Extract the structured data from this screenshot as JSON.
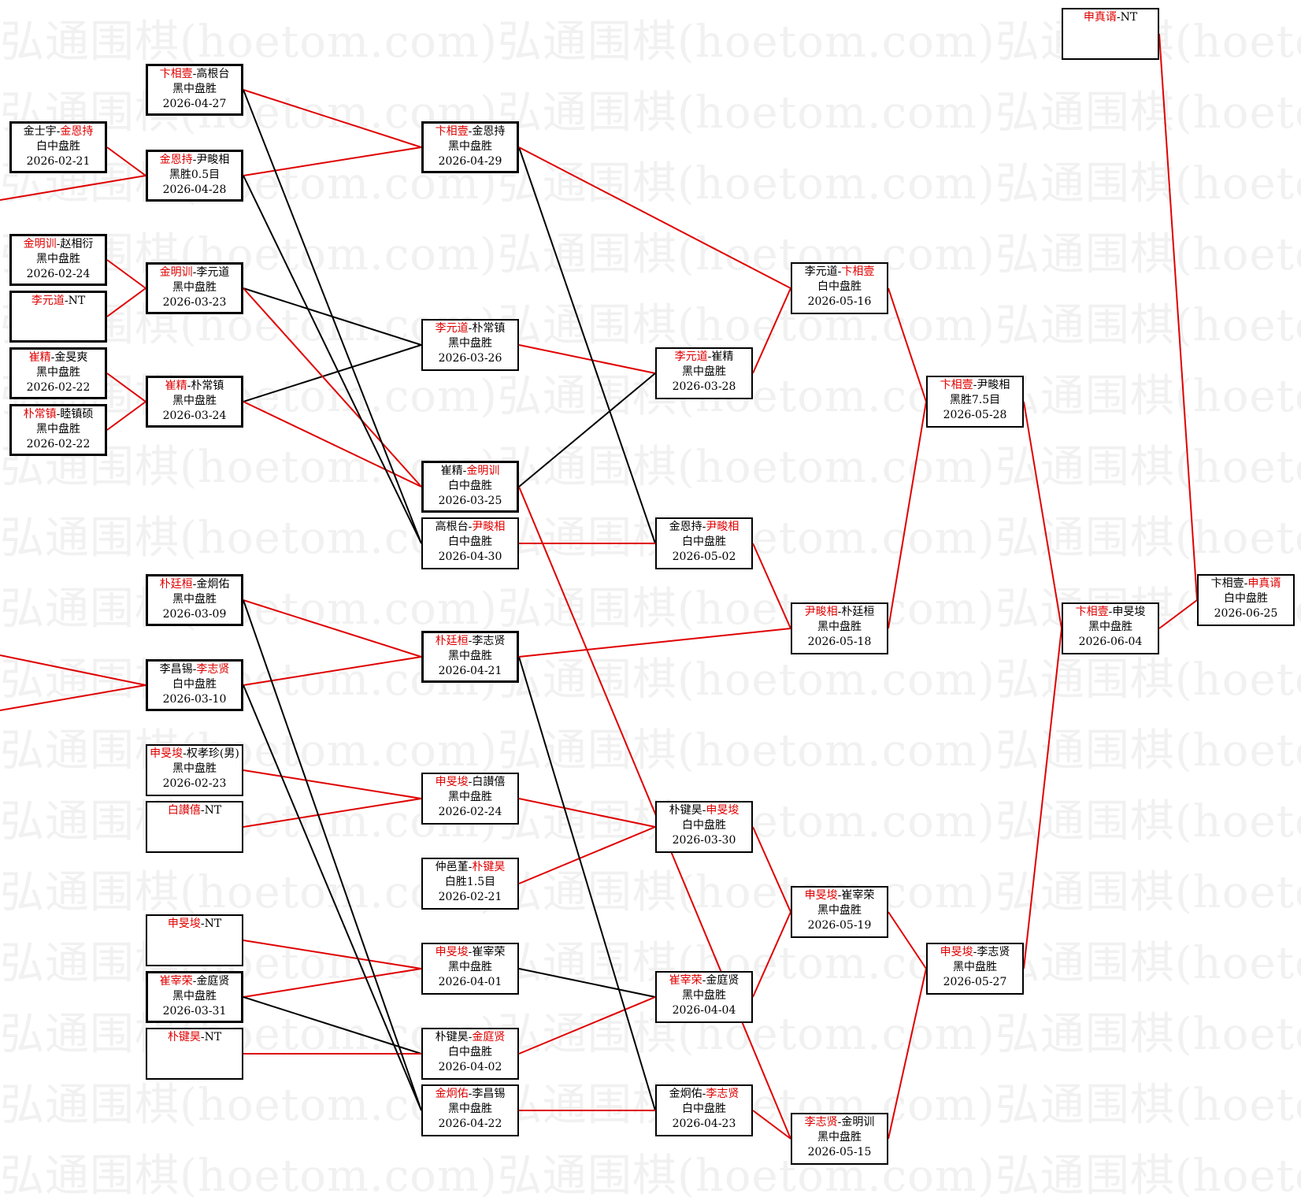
{
  "watermark_text": "弘通围棋(hoetom.com)",
  "colors": {
    "winner_line": "#e00000",
    "loser_line": "#000000",
    "winner_text": "#e00000"
  },
  "matches": [
    {
      "id": "m1",
      "p1": "金士宇",
      "p2": "金恩持",
      "w": 2,
      "result": "白中盘胜",
      "date": "2026-02-21"
    },
    {
      "id": "m2",
      "p1": "金明训",
      "p2": "赵相衍",
      "w": 1,
      "result": "黑中盘胜",
      "date": "2026-02-24"
    },
    {
      "id": "m3",
      "p1": "李元道",
      "p2": "NT",
      "w": 1,
      "result": "",
      "date": ""
    },
    {
      "id": "m4",
      "p1": "崔精",
      "p2": "金旻爽",
      "w": 1,
      "result": "黑中盘胜",
      "date": "2026-02-22"
    },
    {
      "id": "m5",
      "p1": "朴常镇",
      "p2": "睦镇硕",
      "w": 1,
      "result": "黑中盘胜",
      "date": "2026-02-22"
    },
    {
      "id": "m6",
      "p1": "卞相壹",
      "p2": "高根台",
      "w": 1,
      "result": "黑中盘胜",
      "date": "2026-04-27"
    },
    {
      "id": "m7",
      "p1": "金恩持",
      "p2": "尹畯相",
      "w": 1,
      "result": "黑胜0.5目",
      "date": "2026-04-28"
    },
    {
      "id": "m8",
      "p1": "金明训",
      "p2": "李元道",
      "w": 1,
      "result": "黑中盘胜",
      "date": "2026-03-23"
    },
    {
      "id": "m9",
      "p1": "崔精",
      "p2": "朴常镇",
      "w": 1,
      "result": "黑中盘胜",
      "date": "2026-03-24"
    },
    {
      "id": "m10",
      "p1": "朴廷桓",
      "p2": "金炯佑",
      "w": 1,
      "result": "黑中盘胜",
      "date": "2026-03-09"
    },
    {
      "id": "m11",
      "p1": "李昌锡",
      "p2": "李志贤",
      "w": 2,
      "result": "白中盘胜",
      "date": "2026-03-10"
    },
    {
      "id": "m12",
      "p1": "申旻埈",
      "p2": "权孝珍(男)",
      "w": 1,
      "result": "黑中盘胜",
      "date": "2026-02-23"
    },
    {
      "id": "m13",
      "p1": "白讃僖",
      "p2": "NT",
      "w": 1,
      "result": "",
      "date": ""
    },
    {
      "id": "m14",
      "p1": "申旻埈",
      "p2": "NT",
      "w": 1,
      "result": "",
      "date": ""
    },
    {
      "id": "m15",
      "p1": "崔宰荣",
      "p2": "金庭贤",
      "w": 1,
      "result": "黑中盘胜",
      "date": "2026-03-31"
    },
    {
      "id": "m16",
      "p1": "朴键昊",
      "p2": "NT",
      "w": 1,
      "result": "",
      "date": ""
    },
    {
      "id": "m17",
      "p1": "卞相壹",
      "p2": "金恩持",
      "w": 1,
      "result": "黑中盘胜",
      "date": "2026-04-29"
    },
    {
      "id": "m18",
      "p1": "李元道",
      "p2": "朴常镇",
      "w": 1,
      "result": "黑中盘胜",
      "date": "2026-03-26"
    },
    {
      "id": "m19",
      "p1": "崔精",
      "p2": "金明训",
      "w": 2,
      "result": "白中盘胜",
      "date": "2026-03-25"
    },
    {
      "id": "m20",
      "p1": "高根台",
      "p2": "尹畯相",
      "w": 2,
      "result": "白中盘胜",
      "date": "2026-04-30"
    },
    {
      "id": "m21",
      "p1": "朴廷桓",
      "p2": "李志贤",
      "w": 1,
      "result": "黑中盘胜",
      "date": "2026-04-21"
    },
    {
      "id": "m22",
      "p1": "申旻埈",
      "p2": "白讃僖",
      "w": 1,
      "result": "黑中盘胜",
      "date": "2026-02-24"
    },
    {
      "id": "m23",
      "p1": "仲邑堇",
      "p2": "朴键昊",
      "w": 2,
      "result": "白胜1.5目",
      "date": "2026-02-21"
    },
    {
      "id": "m24",
      "p1": "申旻埈",
      "p2": "崔宰荣",
      "w": 1,
      "result": "黑中盘胜",
      "date": "2026-04-01"
    },
    {
      "id": "m25",
      "p1": "朴键昊",
      "p2": "金庭贤",
      "w": 2,
      "result": "白中盘胜",
      "date": "2026-04-02"
    },
    {
      "id": "m26",
      "p1": "金炯佑",
      "p2": "李昌锡",
      "w": 1,
      "result": "黑中盘胜",
      "date": "2026-04-22"
    },
    {
      "id": "m27",
      "p1": "李元道",
      "p2": "崔精",
      "w": 1,
      "result": "黑中盘胜",
      "date": "2026-03-28"
    },
    {
      "id": "m28",
      "p1": "金恩持",
      "p2": "尹畯相",
      "w": 2,
      "result": "白中盘胜",
      "date": "2026-05-02"
    },
    {
      "id": "m29",
      "p1": "朴键昊",
      "p2": "申旻埈",
      "w": 2,
      "result": "白中盘胜",
      "date": "2026-03-30"
    },
    {
      "id": "m30",
      "p1": "崔宰荣",
      "p2": "金庭贤",
      "w": 1,
      "result": "黑中盘胜",
      "date": "2026-04-04"
    },
    {
      "id": "m31",
      "p1": "金炯佑",
      "p2": "李志贤",
      "w": 2,
      "result": "白中盘胜",
      "date": "2026-04-23"
    },
    {
      "id": "m32",
      "p1": "李元道",
      "p2": "卞相壹",
      "w": 2,
      "result": "白中盘胜",
      "date": "2026-05-16"
    },
    {
      "id": "m33",
      "p1": "尹畯相",
      "p2": "朴廷桓",
      "w": 1,
      "result": "黑中盘胜",
      "date": "2026-05-18"
    },
    {
      "id": "m34",
      "p1": "申旻埈",
      "p2": "崔宰荣",
      "w": 1,
      "result": "黑中盘胜",
      "date": "2026-05-19"
    },
    {
      "id": "m35",
      "p1": "李志贤",
      "p2": "金明训",
      "w": 1,
      "result": "黑中盘胜",
      "date": "2026-05-15"
    },
    {
      "id": "m36",
      "p1": "卞相壹",
      "p2": "尹畯相",
      "w": 1,
      "result": "黑胜7.5目",
      "date": "2026-05-28"
    },
    {
      "id": "m37",
      "p1": "申旻埈",
      "p2": "李志贤",
      "w": 1,
      "result": "黑中盘胜",
      "date": "2026-05-27"
    },
    {
      "id": "m38",
      "p1": "卞相壹",
      "p2": "申旻埈",
      "w": 1,
      "result": "黑中盘胜",
      "date": "2026-06-04"
    },
    {
      "id": "m39",
      "p1": "申真谞",
      "p2": "NT",
      "w": 1,
      "result": "",
      "date": ""
    },
    {
      "id": "m40",
      "p1": "卞相壹",
      "p2": "申真谞",
      "w": 2,
      "result": "白中盘胜",
      "date": "2026-06-25"
    }
  ]
}
